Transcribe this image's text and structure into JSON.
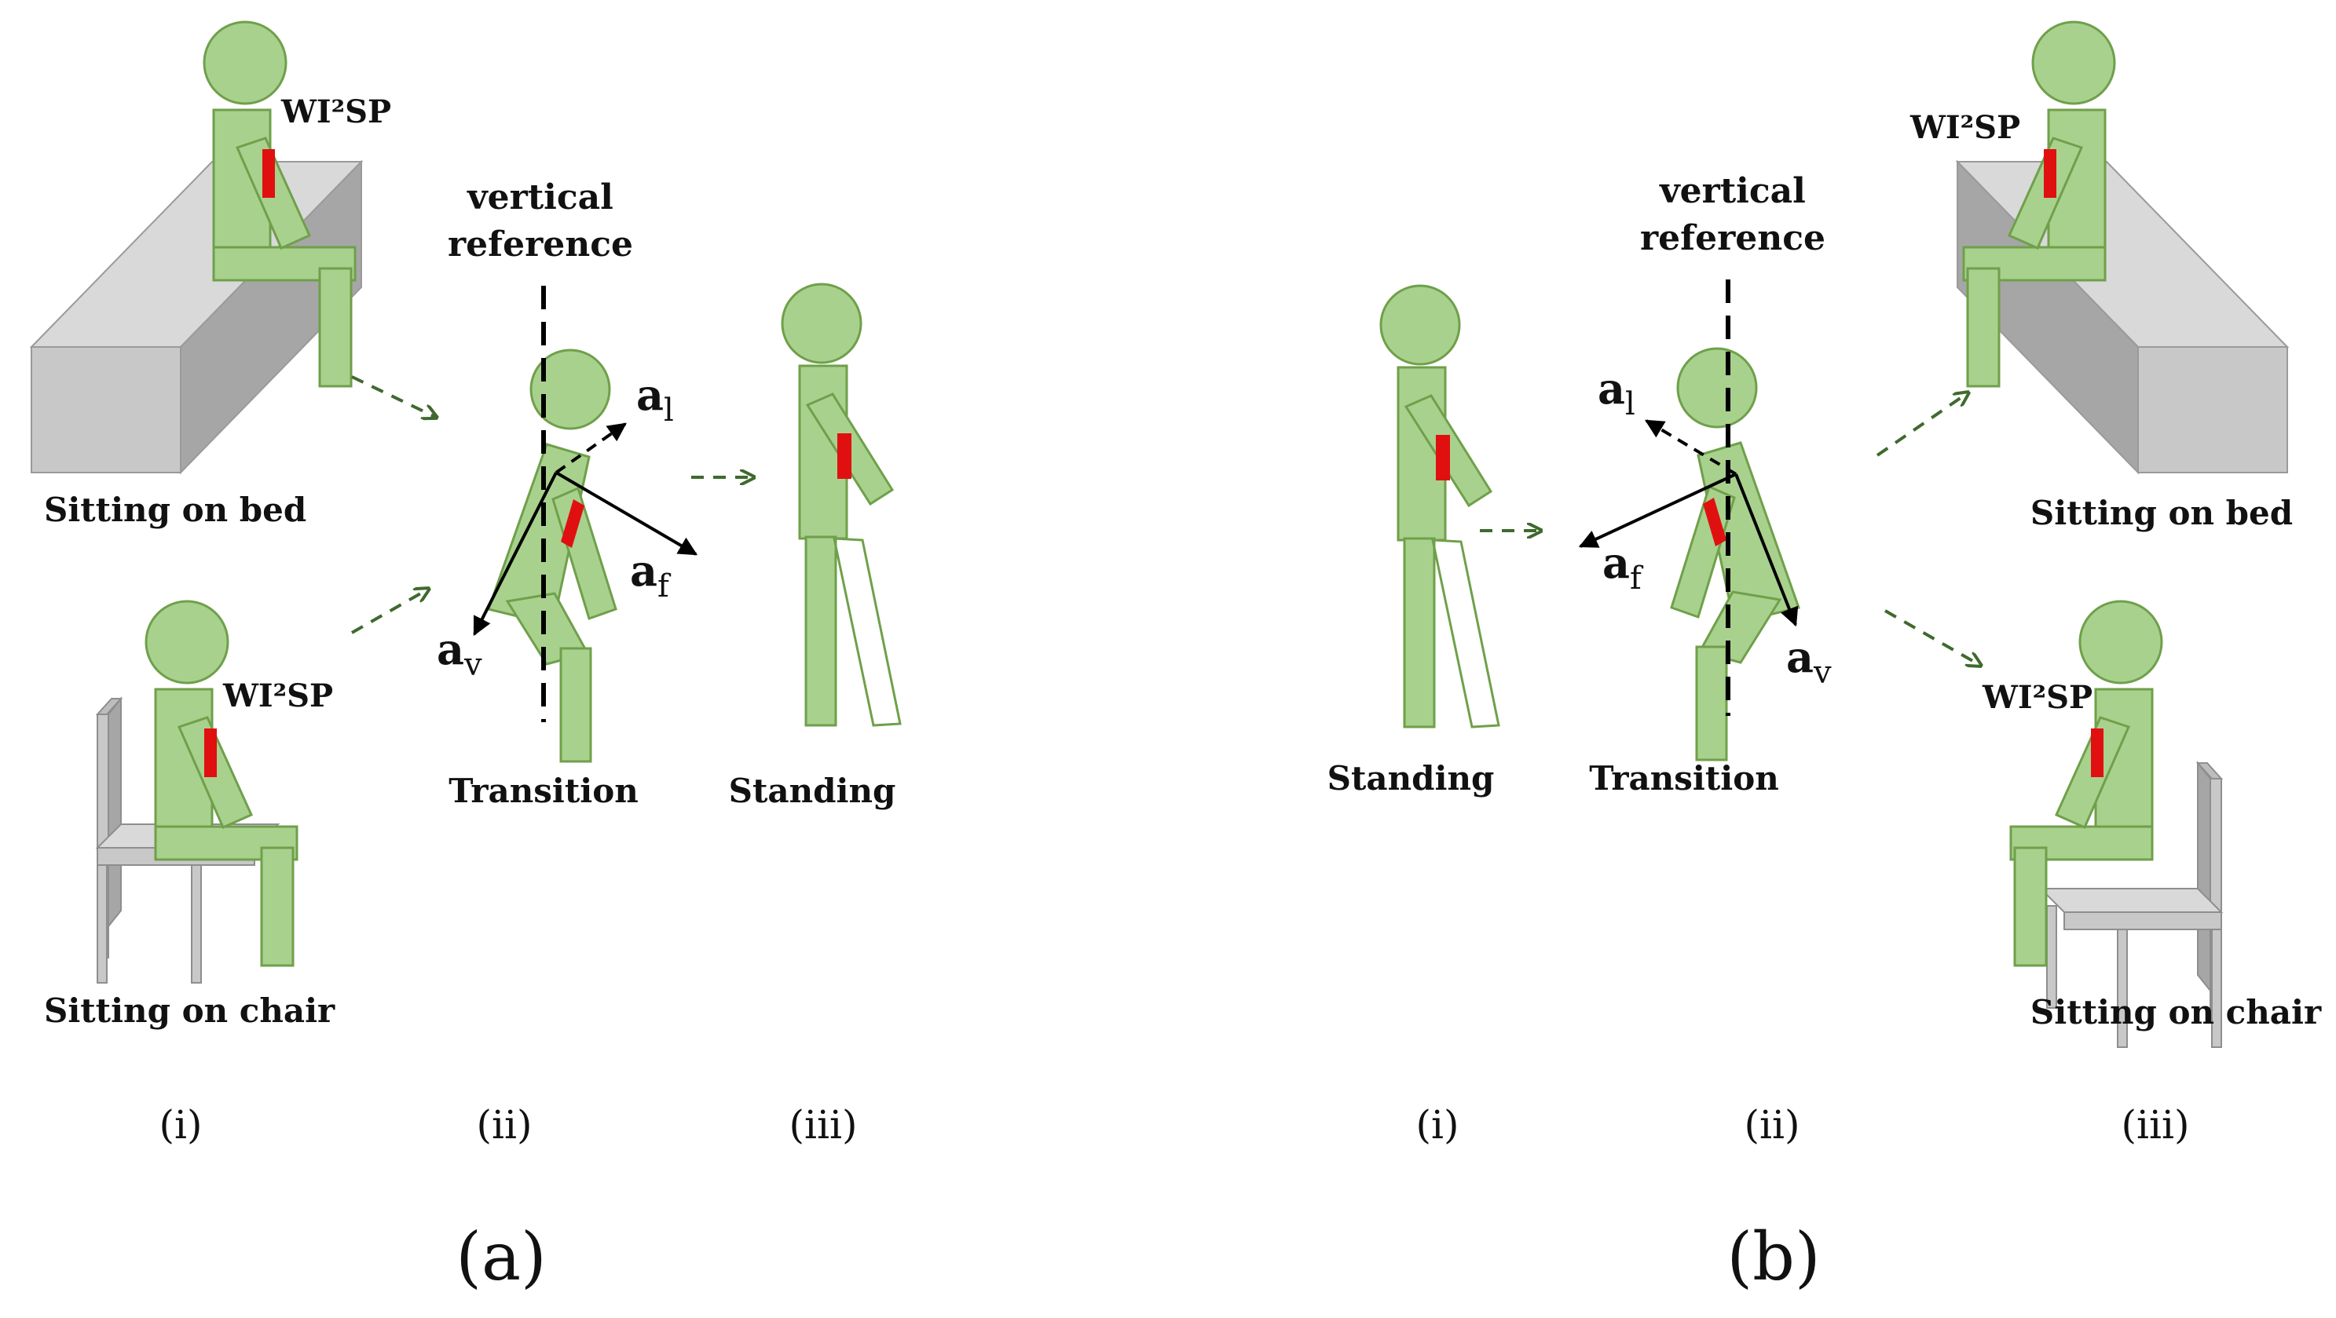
{
  "colors": {
    "body_fill": "#a9d18e",
    "body_stroke": "#6fa04a",
    "sensor": "#e01010",
    "furniture_front": "#c8c8c8",
    "furniture_side": "#a6a6a6",
    "furniture_top": "#d9d9d9",
    "arrow_dashed": "#3f6a2e",
    "vector": "#000000"
  },
  "panel_a": {
    "sensor_label_bed": "WI²SP",
    "sensor_label_chair": "WI²SP",
    "vertical_reference_line1": "vertical",
    "vertical_reference_line2": "reference",
    "vector_lateral": "a",
    "vector_lateral_sub": "l",
    "vector_frontal": "a",
    "vector_frontal_sub": "f",
    "vector_vertical": "a",
    "vector_vertical_sub": "v",
    "label_sitting_bed": "Sitting on bed",
    "label_sitting_chair": "Sitting on chair",
    "label_transition": "Transition",
    "label_standing": "Standing",
    "step_i": "(i)",
    "step_ii": "(ii)",
    "step_iii": "(iii)",
    "caption": "(a)"
  },
  "panel_b": {
    "sensor_label_bed": "WI²SP",
    "sensor_label_chair": "WI²SP",
    "vertical_reference_line1": "vertical",
    "vertical_reference_line2": "reference",
    "vector_lateral": "a",
    "vector_lateral_sub": "l",
    "vector_frontal": "a",
    "vector_frontal_sub": "f",
    "vector_vertical": "a",
    "vector_vertical_sub": "v",
    "label_standing": "Standing",
    "label_transition": "Transition",
    "label_sitting_bed": "Sitting on bed",
    "label_sitting_chair": "Sitting on chair",
    "step_i": "(i)",
    "step_ii": "(ii)",
    "step_iii": "(iii)",
    "caption": "(b)"
  }
}
